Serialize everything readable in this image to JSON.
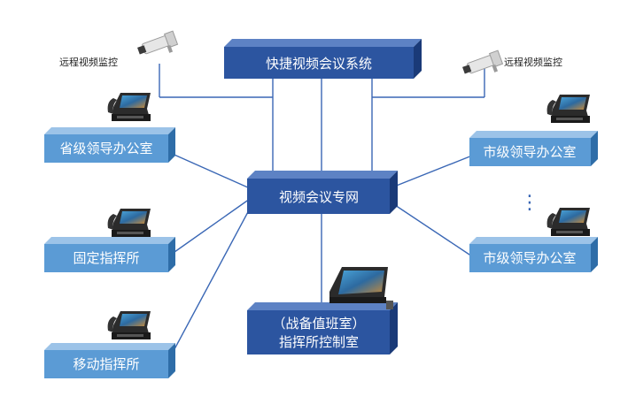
{
  "nodes": {
    "top_system": "快捷视频会议系统",
    "center_network": "视频会议专网",
    "provincial_office": "省级领导办公室",
    "fixed_command": "固定指挥所",
    "mobile_command": "移动指挥所",
    "city_office_1": "市级领导办公室",
    "city_office_2": "市级领导办公室",
    "control_room_line1": "（战备值班室）",
    "control_room_line2": "指挥所控制室"
  },
  "cameras": {
    "left_label": "远程视频监控",
    "right_label": "远程视频监控"
  },
  "ellipsis": "⋮",
  "colors": {
    "box_front": "#2c55a0",
    "box_top": "#5d82c4",
    "box_side": "#1a3a78",
    "small_front": "#5b9bd5",
    "small_top": "#9cc3e8",
    "small_side": "#2e6da8",
    "line": "#3a67b5"
  }
}
